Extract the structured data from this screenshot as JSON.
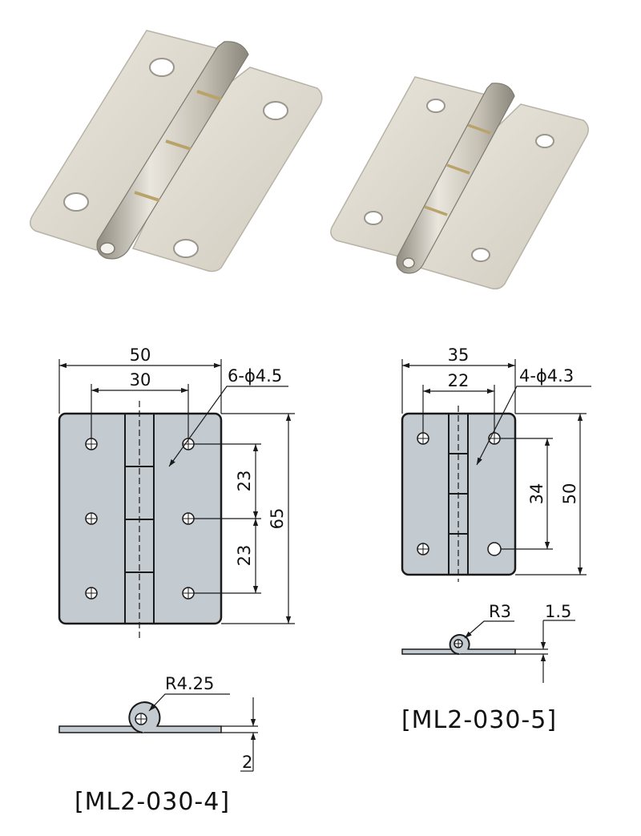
{
  "products": [
    {
      "code": "[ML2-030-4]",
      "front_view": {
        "overall_width": "50",
        "hole_spacing_x": "30",
        "holes": "6-ϕ4.5",
        "hole_pitch_1": "23",
        "hole_pitch_2": "23",
        "overall_height": "65"
      },
      "side_view": {
        "knuckle_radius": "R4.25",
        "thickness": "2"
      }
    },
    {
      "code": "[ML2-030-5]",
      "front_view": {
        "overall_width": "35",
        "hole_spacing_x": "22",
        "holes": "4-ϕ4.3",
        "hole_pitch": "34",
        "overall_height": "50"
      },
      "side_view": {
        "knuckle_radius": "R3",
        "thickness": "1.5"
      }
    }
  ],
  "colors": {
    "plate_fill": "#c3cad0",
    "line": "#1a1a1a",
    "photo_metal": "#dcd8cc",
    "photo_brass": "#b9a36a"
  }
}
